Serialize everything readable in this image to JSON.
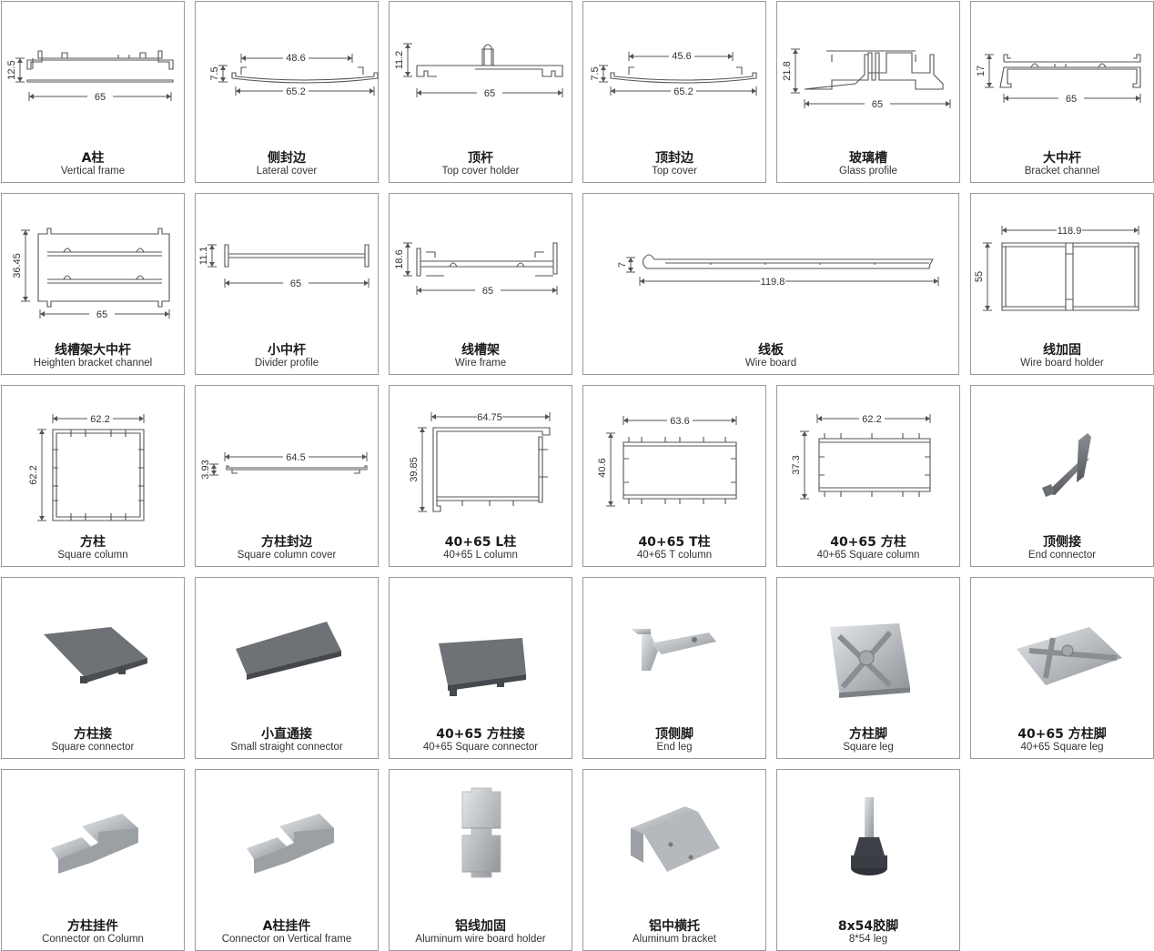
{
  "items": [
    {
      "cn": "A柱",
      "en": "Vertical frame",
      "dims": [
        "12.5",
        "65"
      ]
    },
    {
      "cn": "侧封边",
      "en": "Lateral cover",
      "dims": [
        "7.5",
        "48.6",
        "65.2"
      ]
    },
    {
      "cn": "顶杆",
      "en": "Top cover holder",
      "dims": [
        "11.2",
        "65"
      ]
    },
    {
      "cn": "顶封边",
      "en": "Top cover",
      "dims": [
        "7.5",
        "45.6",
        "65.2"
      ]
    },
    {
      "cn": "玻璃槽",
      "en": "Glass profile",
      "dims": [
        "21.8",
        "65"
      ]
    },
    {
      "cn": "大中杆",
      "en": "Bracket channel",
      "dims": [
        "17",
        "65"
      ]
    },
    {
      "cn": "线槽架大中杆",
      "en": "Heighten bracket channel",
      "dims": [
        "36.45",
        "65"
      ]
    },
    {
      "cn": "小中杆",
      "en": "Divider profile",
      "dims": [
        "11.1",
        "65"
      ]
    },
    {
      "cn": "线槽架",
      "en": "Wire frame",
      "dims": [
        "18.6",
        "65"
      ]
    },
    {
      "cn": "线板",
      "en": "Wire board",
      "dims": [
        "7",
        "119.8"
      ]
    },
    {
      "cn": "线加固",
      "en": "Wire board holder",
      "dims": [
        "118.9",
        "55"
      ]
    },
    {
      "cn": "方柱",
      "en": "Square column",
      "dims": [
        "62.2",
        "62.2"
      ]
    },
    {
      "cn": "方柱封边",
      "en": "Square column cover",
      "dims": [
        "64.5",
        "3.93"
      ]
    },
    {
      "cn": "40+65 L柱",
      "en": "40+65 L column",
      "dims": [
        "64.75",
        "39.85"
      ]
    },
    {
      "cn": "40+65 T柱",
      "en": "40+65 T column",
      "dims": [
        "63.6",
        "40.6"
      ]
    },
    {
      "cn": "40+65 方柱",
      "en": "40+65 Square column",
      "dims": [
        "62.2",
        "37.3"
      ]
    },
    {
      "cn": "顶侧接",
      "en": "End connector",
      "dims": []
    },
    {
      "cn": "方柱接",
      "en": "Square connector",
      "dims": []
    },
    {
      "cn": "小直通接",
      "en": "Small straight connector",
      "dims": []
    },
    {
      "cn": "40+65 方柱接",
      "en": "40+65 Square connector",
      "dims": []
    },
    {
      "cn": "顶侧脚",
      "en": "End leg",
      "dims": []
    },
    {
      "cn": "方柱脚",
      "en": "Square leg",
      "dims": []
    },
    {
      "cn": "40+65 方柱脚",
      "en": "40+65 Square leg",
      "dims": []
    },
    {
      "cn": "方柱挂件",
      "en": "Connector on Column",
      "dims": []
    },
    {
      "cn": "A柱挂件",
      "en": "Connector on Vertical frame",
      "dims": []
    },
    {
      "cn": "铝线加固",
      "en": "Aluminum wire board holder",
      "dims": []
    },
    {
      "cn": "铝中横托",
      "en": "Aluminum bracket",
      "dims": []
    },
    {
      "cn": "8x54胶脚",
      "en": "8*54 leg",
      "dims": []
    }
  ]
}
